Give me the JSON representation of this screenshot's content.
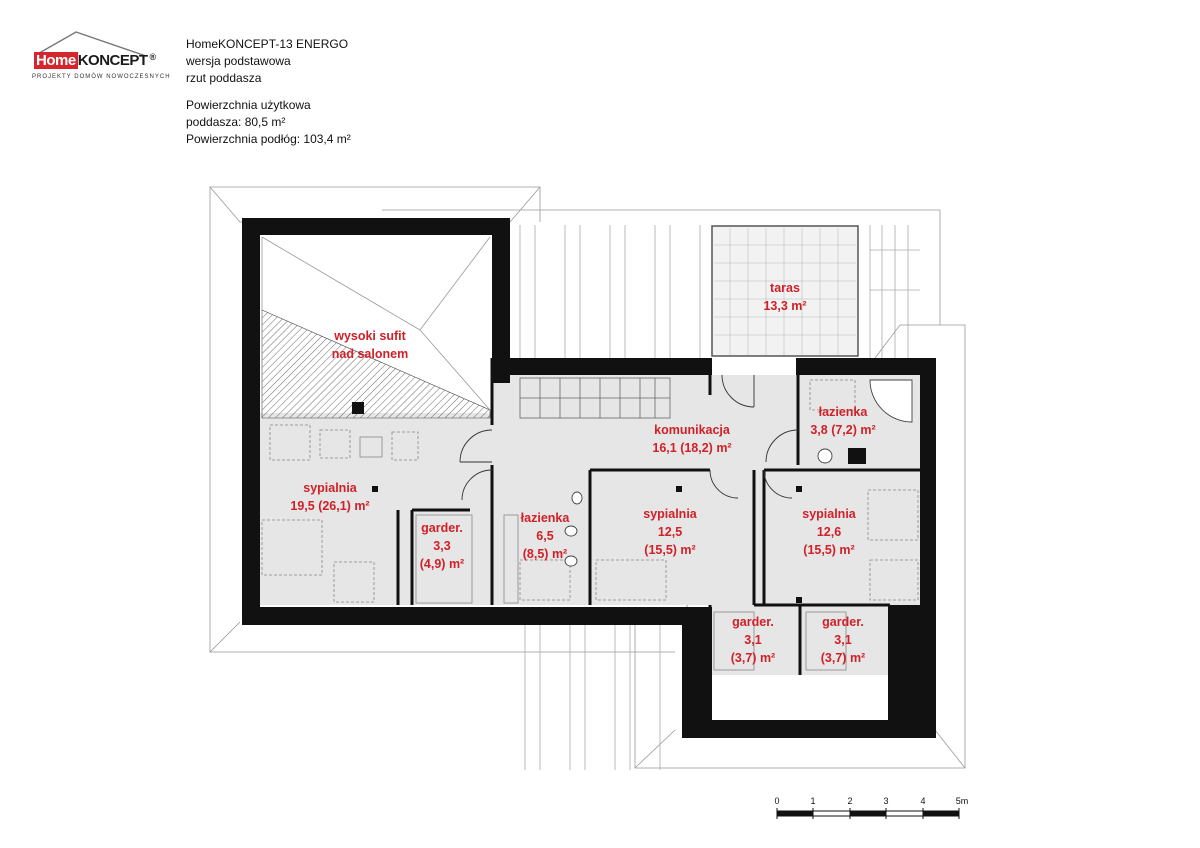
{
  "logo": {
    "brand_a": "Home",
    "brand_b": "KONCEPT",
    "registered": "®",
    "tagline": "PROJEKTY DOMÓW NOWOCZESNYCH"
  },
  "header": {
    "project": "HomeKONCEPT-13 ENERGO",
    "version": "wersja podstawowa",
    "view": "rzut poddasza",
    "area_label": "Powierzchnia użytkowa",
    "attic_area": "poddasza: 80,5 m²",
    "floor_area": "Powierzchnia podłóg: 103,4 m²"
  },
  "rooms": {
    "taras": [
      "taras",
      "13,3 m²"
    ],
    "sufit": [
      "wysoki sufit",
      "nad salonem"
    ],
    "komunikacja": [
      "komunikacja",
      "16,1 (18,2) m²"
    ],
    "lazienka1": [
      "łazienka",
      "3,8 (7,2) m²"
    ],
    "sypialnia1": [
      "sypialnia",
      "19,5 (26,1) m²"
    ],
    "garder1": [
      "garder.",
      "3,3",
      "(4,9) m²"
    ],
    "lazienka2": [
      "łazienka",
      "6,5",
      "(8,5) m²"
    ],
    "sypialnia2": [
      "sypialnia",
      "12,5",
      "(15,5) m²"
    ],
    "sypialnia3": [
      "sypialnia",
      "12,6",
      "(15,5) m²"
    ],
    "garder2": [
      "garder.",
      "3,1",
      "(3,7) m²"
    ],
    "garder3": [
      "garder.",
      "3,1",
      "(3,7) m²"
    ]
  },
  "scale": {
    "ticks": [
      "0",
      "1",
      "2",
      "3",
      "4",
      "5m"
    ]
  },
  "colors": {
    "room_label": "#d12028",
    "wall": "#111111",
    "floor": "#e6e6e6"
  }
}
